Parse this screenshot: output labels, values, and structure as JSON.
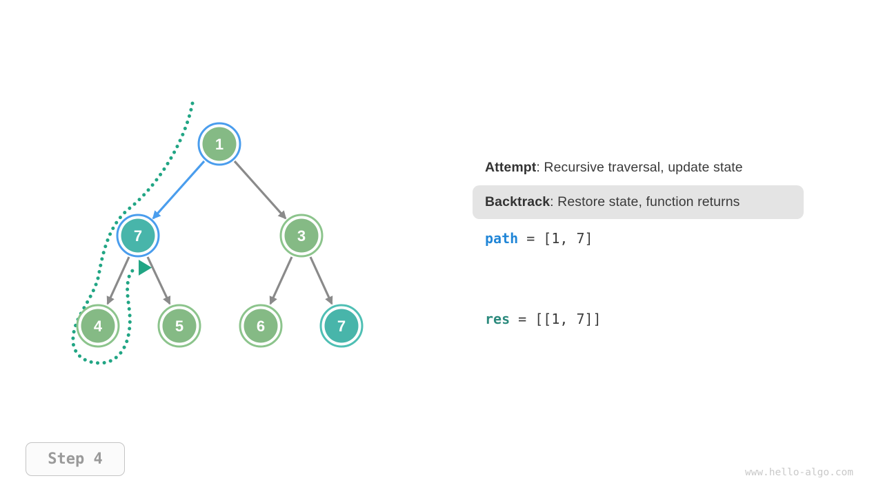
{
  "diagram": {
    "tree": {
      "nodes": [
        {
          "id": "1",
          "label": "1",
          "state": "on-current-path",
          "fill_color": "#85ba85",
          "ring_color": "#4a9ded"
        },
        {
          "id": "7-left",
          "label": "7",
          "state": "current-node",
          "fill_color": "#48b5aa",
          "ring_color": "#4a9ded"
        },
        {
          "id": "3",
          "label": "3",
          "state": "default",
          "fill_color": "#85ba85",
          "ring_color": "#8cc48c"
        },
        {
          "id": "4",
          "label": "4",
          "state": "default",
          "fill_color": "#85ba85",
          "ring_color": "#8cc48c"
        },
        {
          "id": "5",
          "label": "5",
          "state": "default",
          "fill_color": "#85ba85",
          "ring_color": "#8cc48c"
        },
        {
          "id": "6",
          "label": "6",
          "state": "default",
          "fill_color": "#85ba85",
          "ring_color": "#8cc48c"
        },
        {
          "id": "7-right",
          "label": "7",
          "state": "in-result",
          "fill_color": "#48b5aa",
          "ring_color": "#4fbfb4"
        }
      ],
      "edges": [
        {
          "from": "1",
          "to": "7-left",
          "highlight": "blue"
        },
        {
          "from": "1",
          "to": "3",
          "highlight": "none"
        },
        {
          "from": "7-left",
          "to": "4",
          "highlight": "none"
        },
        {
          "from": "7-left",
          "to": "5",
          "highlight": "none"
        },
        {
          "from": "3",
          "to": "6",
          "highlight": "none"
        },
        {
          "from": "3",
          "to": "7-right",
          "highlight": "none"
        }
      ],
      "traversal_marker": "dotted backtrack path ending in right-pointing triangle near node 7-left"
    }
  },
  "legend": {
    "attempt_term": "Attempt",
    "attempt_desc": ": Recursive traversal, update state",
    "backtrack_term": "Backtrack",
    "backtrack_desc": ": Restore state, function returns"
  },
  "state": {
    "path_var": "path",
    "path_rest": " = [1, 7]",
    "res_var": "res",
    "res_rest": " = [[1, 7]]"
  },
  "footer": {
    "step_label": "Step 4",
    "watermark": "www.hello-algo.com"
  },
  "colors": {
    "node_green": "#85ba85",
    "node_teal": "#48b5aa",
    "ring_green": "#8cc48c",
    "ring_teal": "#4fbfb4",
    "highlight_blue": "#4a9ded",
    "edge_gray": "#8a8a8a",
    "dotted_path_teal": "#21a584",
    "code_blue": "#2186d7",
    "code_teal": "#2c8a7d",
    "text_dark": "#3a3a3a",
    "chip_bg": "#e4e4e4"
  }
}
